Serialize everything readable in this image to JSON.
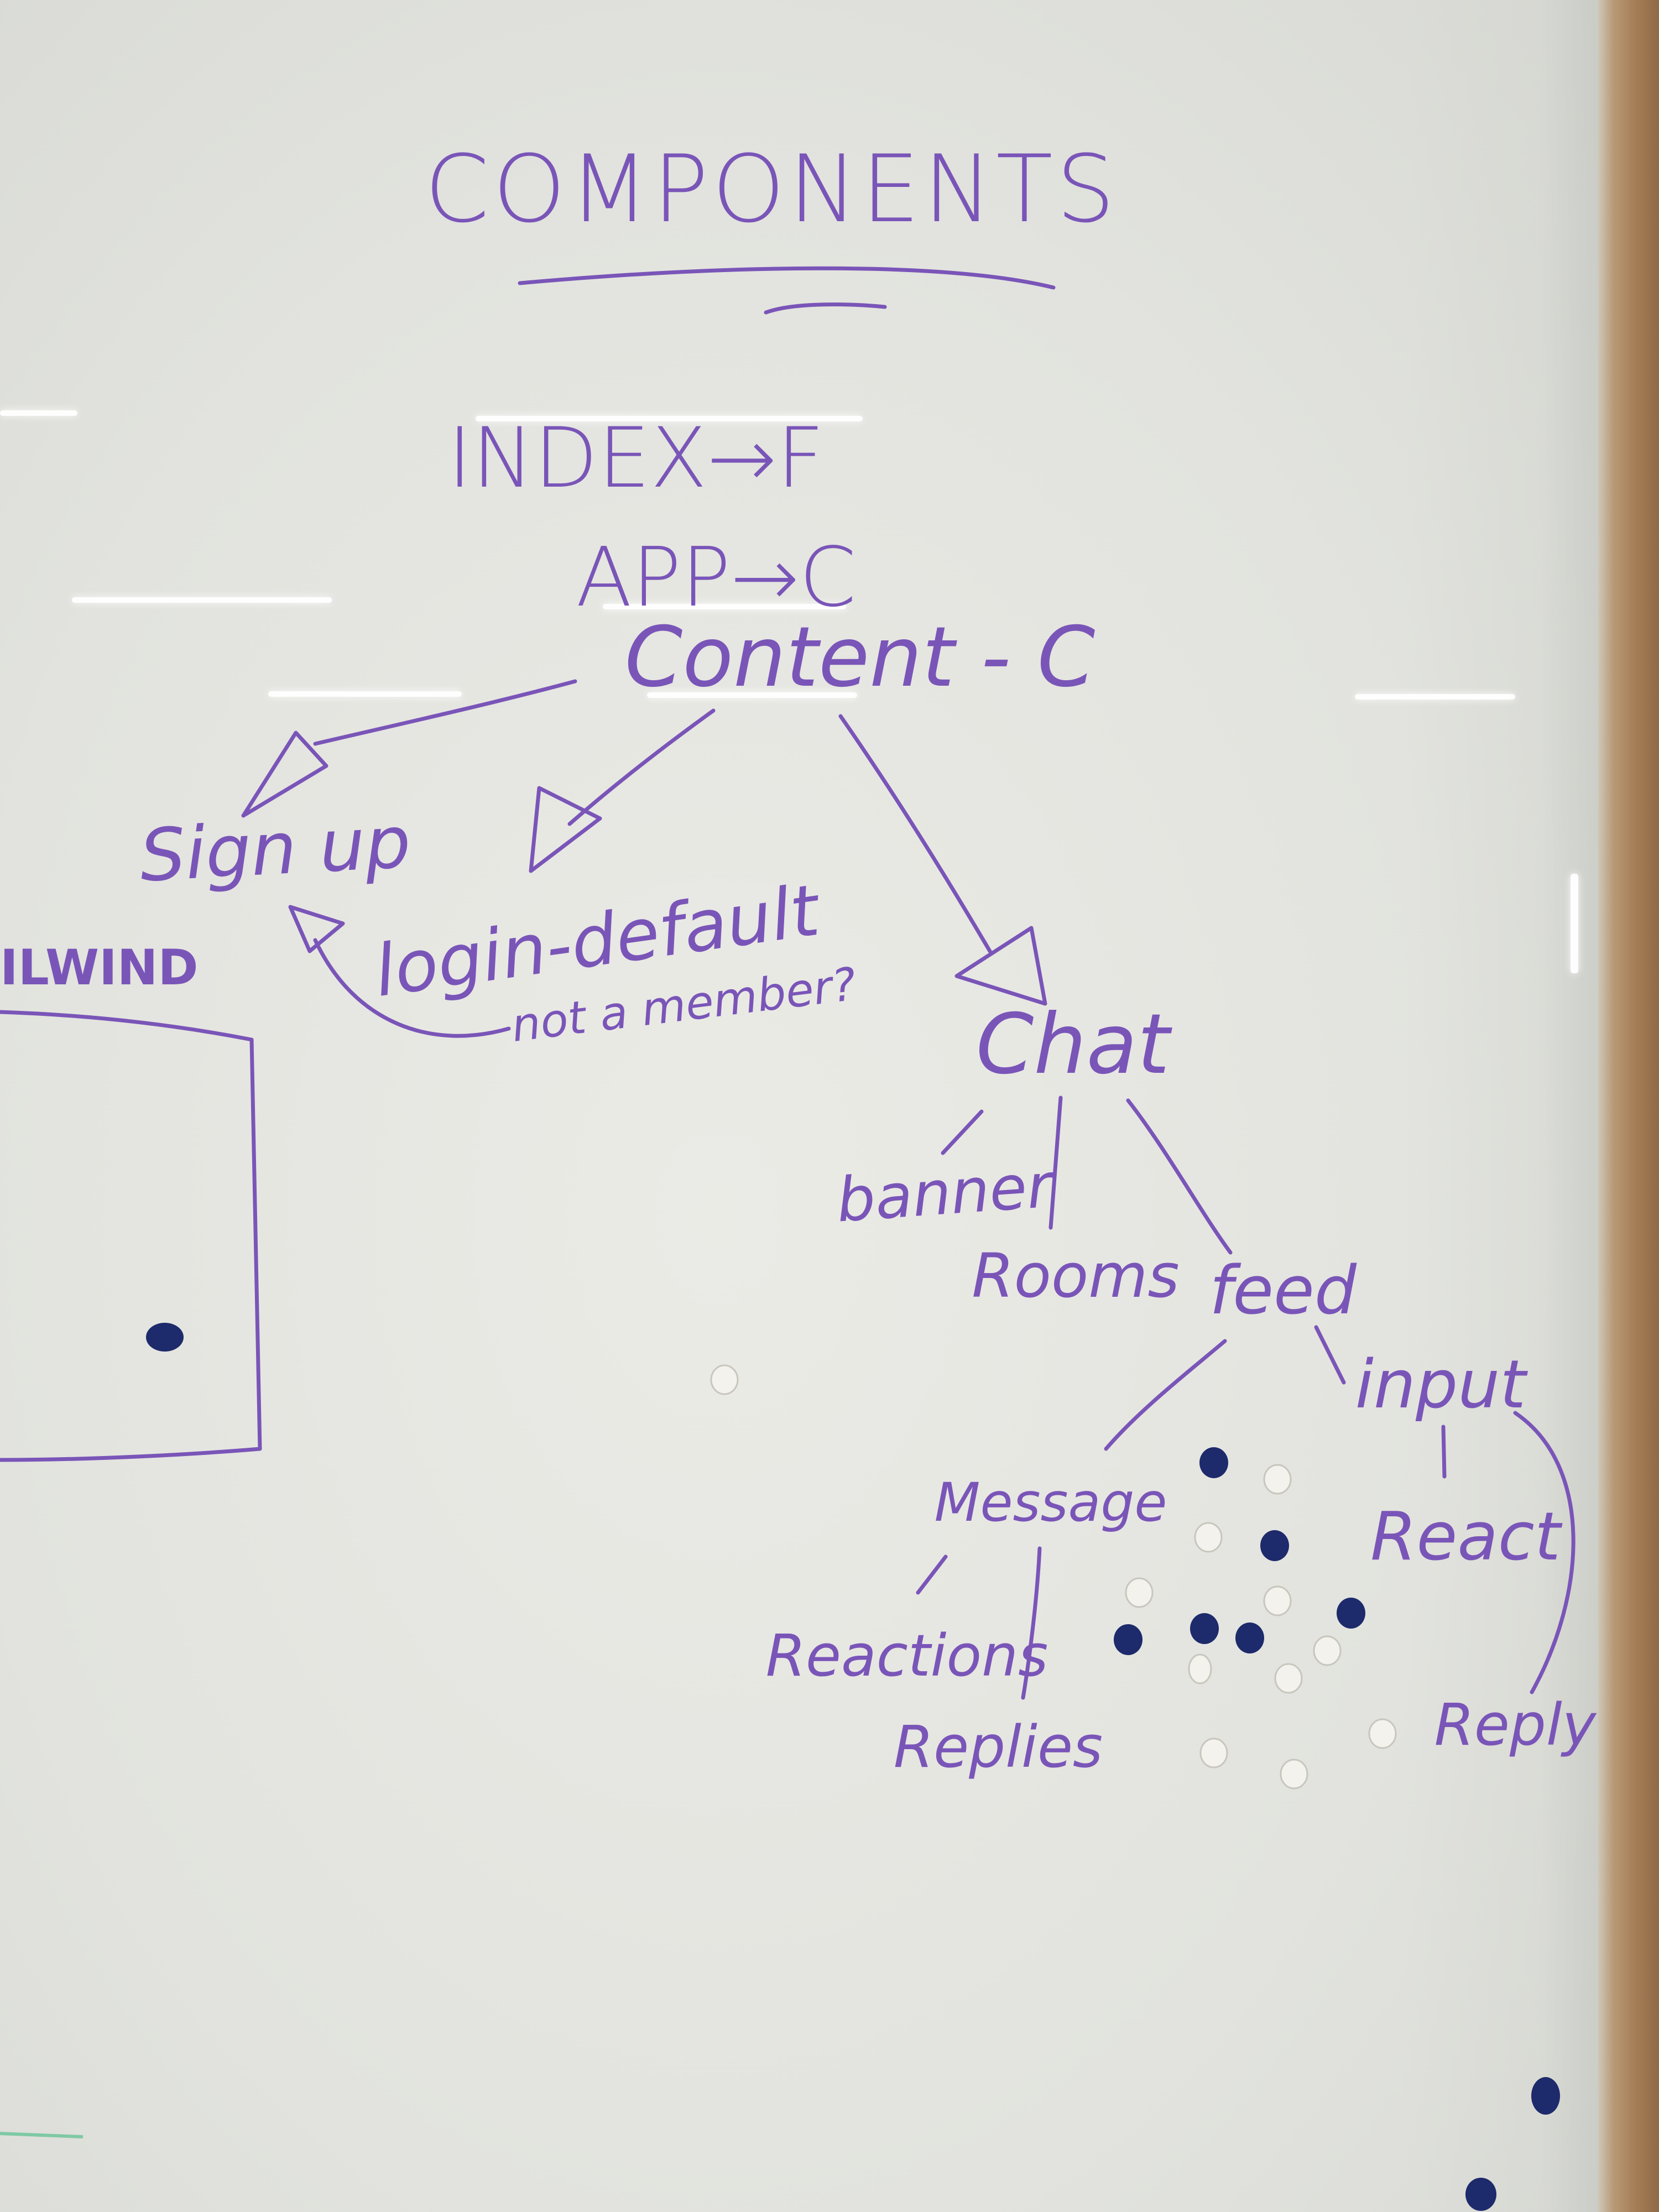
{
  "whiteboard": {
    "title": "COMPONENTS",
    "nodes": {
      "index": "INDEX→F",
      "app": "APP→C",
      "content": "Content - C",
      "sign_up": "Sign up",
      "login": "login-default",
      "not_a_member": "not a member?",
      "chat": "Chat",
      "banner": "banner",
      "rooms": "Rooms",
      "feed": "feed",
      "input": "input",
      "message": "Message",
      "reactions": "Reactions",
      "replies": "Replies",
      "react": "React",
      "reply": "Reply"
    },
    "side_note": "ILWIND"
  },
  "colors": {
    "marker": "#7a55b8",
    "board": "#e7e7e2",
    "magnet_navy": "#1d2a6b",
    "magnet_white": "#f4f2ec"
  }
}
